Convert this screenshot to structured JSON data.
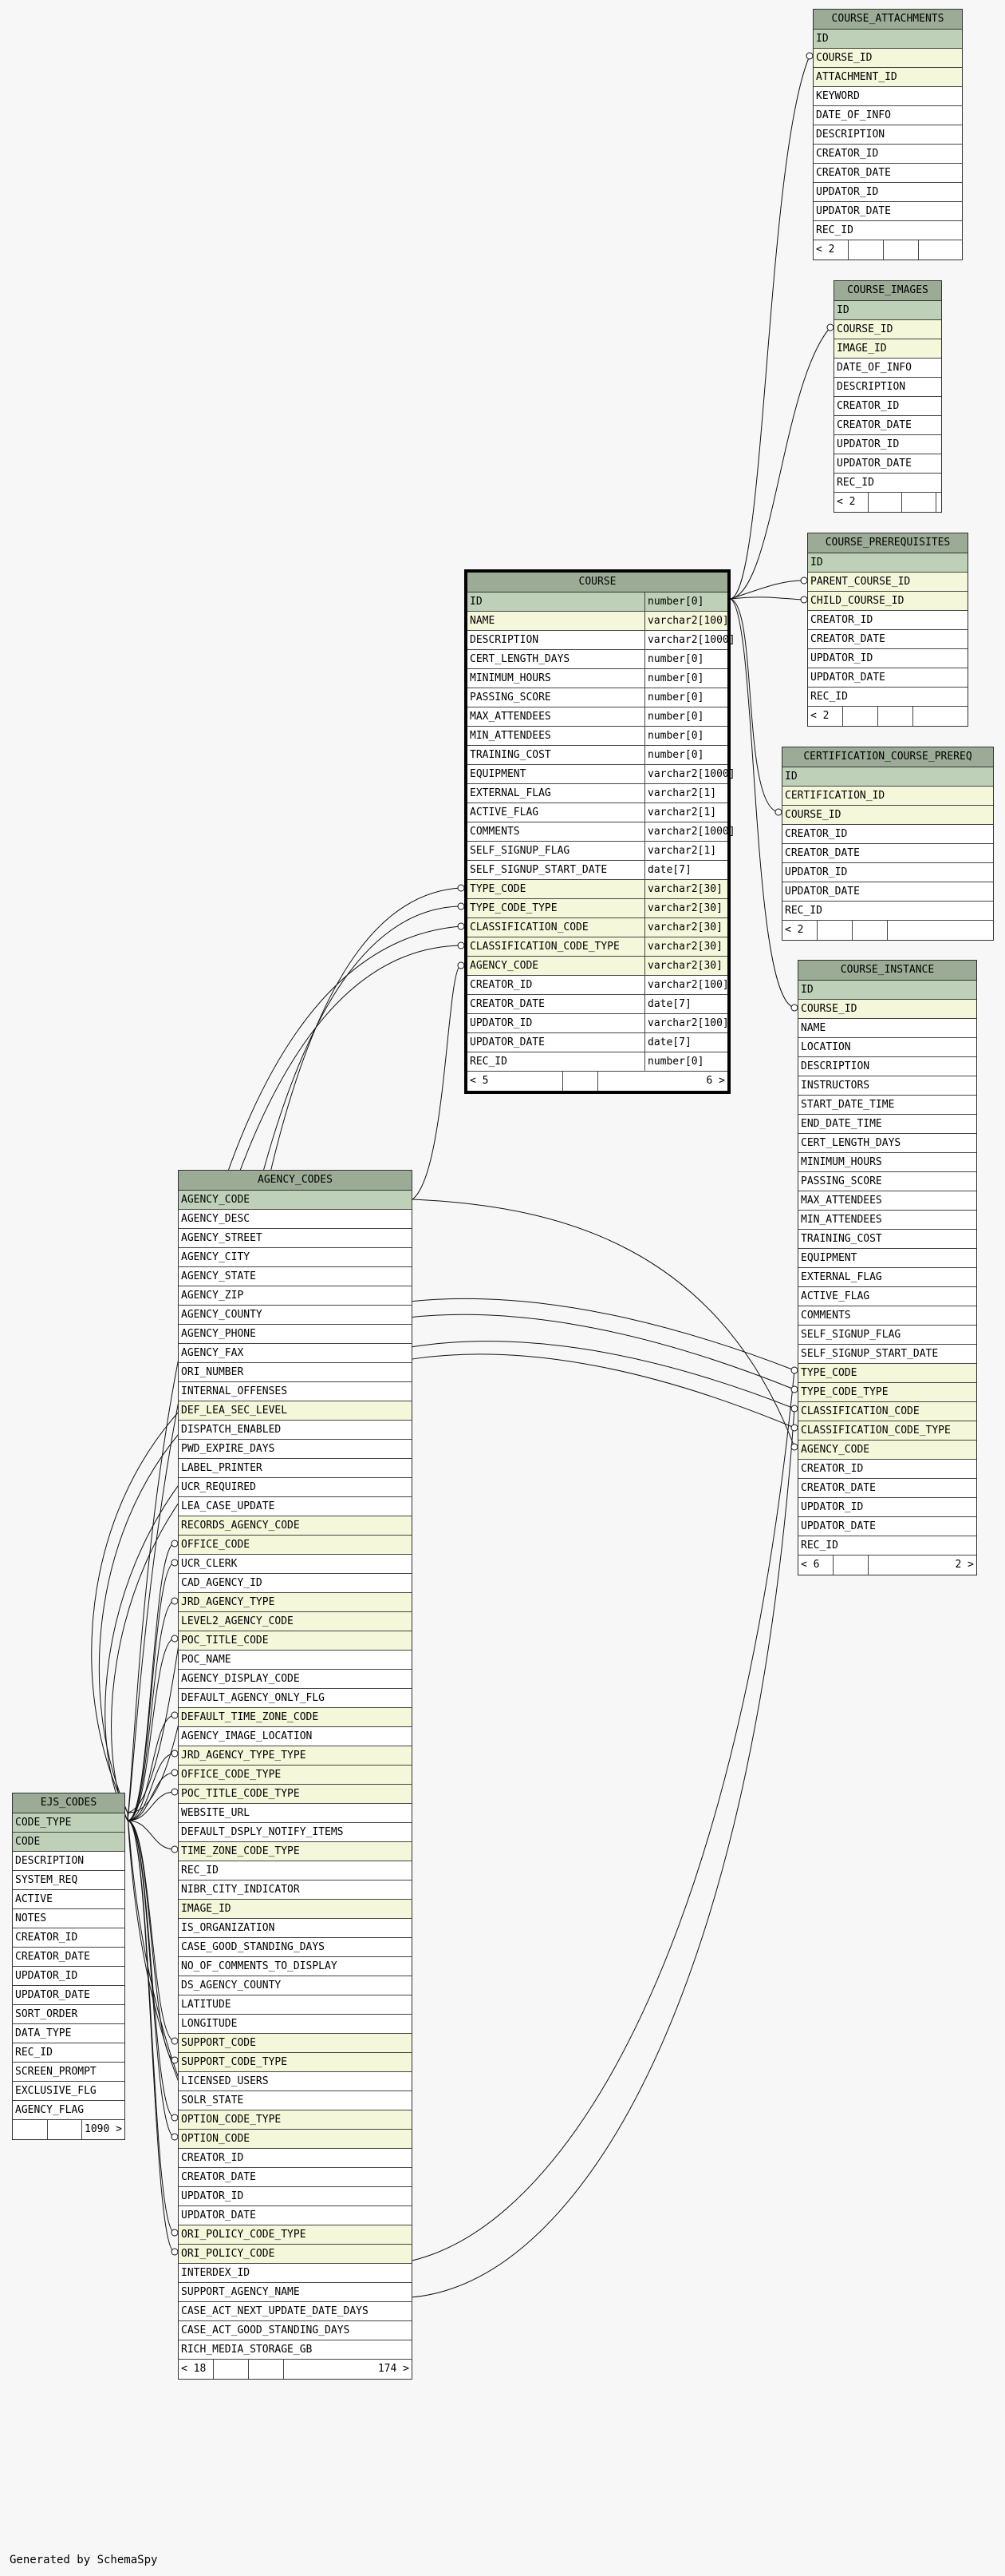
{
  "diagram": {
    "credit": "Generated by SchemaSpy",
    "colors": {
      "header": "#9bab96",
      "pk_row": "#bed1b8",
      "fk_row": "#f4f7da",
      "row": "#ffffff",
      "background": "#f7f7f7"
    },
    "tables": [
      {
        "name": "COURSE_ATTACHMENTS",
        "columns": [
          {
            "name": "ID",
            "kind": "pk"
          },
          {
            "name": "COURSE_ID",
            "kind": "fk"
          },
          {
            "name": "ATTACHMENT_ID",
            "kind": "fk"
          },
          {
            "name": "KEYWORD",
            "kind": ""
          },
          {
            "name": "DATE_OF_INFO",
            "kind": ""
          },
          {
            "name": "DESCRIPTION",
            "kind": ""
          },
          {
            "name": "CREATOR_ID",
            "kind": ""
          },
          {
            "name": "CREATOR_DATE",
            "kind": ""
          },
          {
            "name": "UPDATOR_ID",
            "kind": ""
          },
          {
            "name": "UPDATOR_DATE",
            "kind": ""
          },
          {
            "name": "REC_ID",
            "kind": ""
          }
        ],
        "footer": [
          "< 2",
          "",
          "",
          ""
        ]
      },
      {
        "name": "COURSE_IMAGES",
        "columns": [
          {
            "name": "ID",
            "kind": "pk"
          },
          {
            "name": "COURSE_ID",
            "kind": "fk"
          },
          {
            "name": "IMAGE_ID",
            "kind": "fk"
          },
          {
            "name": "DATE_OF_INFO",
            "kind": ""
          },
          {
            "name": "DESCRIPTION",
            "kind": ""
          },
          {
            "name": "CREATOR_ID",
            "kind": ""
          },
          {
            "name": "CREATOR_DATE",
            "kind": ""
          },
          {
            "name": "UPDATOR_ID",
            "kind": ""
          },
          {
            "name": "UPDATOR_DATE",
            "kind": ""
          },
          {
            "name": "REC_ID",
            "kind": ""
          }
        ],
        "footer": [
          "< 2",
          "",
          "",
          ""
        ]
      },
      {
        "name": "COURSE_PREREQUISITES",
        "columns": [
          {
            "name": "ID",
            "kind": "pk"
          },
          {
            "name": "PARENT_COURSE_ID",
            "kind": "fk"
          },
          {
            "name": "CHILD_COURSE_ID",
            "kind": "fk"
          },
          {
            "name": "CREATOR_ID",
            "kind": ""
          },
          {
            "name": "CREATOR_DATE",
            "kind": ""
          },
          {
            "name": "UPDATOR_ID",
            "kind": ""
          },
          {
            "name": "UPDATOR_DATE",
            "kind": ""
          },
          {
            "name": "REC_ID",
            "kind": ""
          }
        ],
        "footer": [
          "< 2",
          "",
          "",
          ""
        ]
      },
      {
        "name": "CERTIFICATION_COURSE_PREREQ",
        "columns": [
          {
            "name": "ID",
            "kind": "pk"
          },
          {
            "name": "CERTIFICATION_ID",
            "kind": "fk"
          },
          {
            "name": "COURSE_ID",
            "kind": "fk"
          },
          {
            "name": "CREATOR_ID",
            "kind": ""
          },
          {
            "name": "CREATOR_DATE",
            "kind": ""
          },
          {
            "name": "UPDATOR_ID",
            "kind": ""
          },
          {
            "name": "UPDATOR_DATE",
            "kind": ""
          },
          {
            "name": "REC_ID",
            "kind": ""
          }
        ],
        "footer": [
          "< 2",
          "",
          "",
          ""
        ]
      },
      {
        "name": "COURSE",
        "focus": true,
        "columns": [
          {
            "name": "ID",
            "type": "number[0]",
            "kind": "pk"
          },
          {
            "name": "NAME",
            "type": "varchar2[100]",
            "kind": "fk"
          },
          {
            "name": "DESCRIPTION",
            "type": "varchar2[1000]",
            "kind": ""
          },
          {
            "name": "CERT_LENGTH_DAYS",
            "type": "number[0]",
            "kind": ""
          },
          {
            "name": "MINIMUM_HOURS",
            "type": "number[0]",
            "kind": ""
          },
          {
            "name": "PASSING_SCORE",
            "type": "number[0]",
            "kind": ""
          },
          {
            "name": "MAX_ATTENDEES",
            "type": "number[0]",
            "kind": ""
          },
          {
            "name": "MIN_ATTENDEES",
            "type": "number[0]",
            "kind": ""
          },
          {
            "name": "TRAINING_COST",
            "type": "number[0]",
            "kind": ""
          },
          {
            "name": "EQUIPMENT",
            "type": "varchar2[1000]",
            "kind": ""
          },
          {
            "name": "EXTERNAL_FLAG",
            "type": "varchar2[1]",
            "kind": ""
          },
          {
            "name": "ACTIVE_FLAG",
            "type": "varchar2[1]",
            "kind": ""
          },
          {
            "name": "COMMENTS",
            "type": "varchar2[1000]",
            "kind": ""
          },
          {
            "name": "SELF_SIGNUP_FLAG",
            "type": "varchar2[1]",
            "kind": ""
          },
          {
            "name": "SELF_SIGNUP_START_DATE",
            "type": "date[7]",
            "kind": ""
          },
          {
            "name": "TYPE_CODE",
            "type": "varchar2[30]",
            "kind": "fk"
          },
          {
            "name": "TYPE_CODE_TYPE",
            "type": "varchar2[30]",
            "kind": "fk"
          },
          {
            "name": "CLASSIFICATION_CODE",
            "type": "varchar2[30]",
            "kind": "fk"
          },
          {
            "name": "CLASSIFICATION_CODE_TYPE",
            "type": "varchar2[30]",
            "kind": "fk"
          },
          {
            "name": "AGENCY_CODE",
            "type": "varchar2[30]",
            "kind": "fk"
          },
          {
            "name": "CREATOR_ID",
            "type": "varchar2[100]",
            "kind": ""
          },
          {
            "name": "CREATOR_DATE",
            "type": "date[7]",
            "kind": ""
          },
          {
            "name": "UPDATOR_ID",
            "type": "varchar2[100]",
            "kind": ""
          },
          {
            "name": "UPDATOR_DATE",
            "type": "date[7]",
            "kind": ""
          },
          {
            "name": "REC_ID",
            "type": "number[0]",
            "kind": ""
          }
        ],
        "footer": [
          "< 5",
          "",
          "6 >"
        ]
      },
      {
        "name": "COURSE_INSTANCE",
        "columns": [
          {
            "name": "ID",
            "kind": "pk"
          },
          {
            "name": "COURSE_ID",
            "kind": "fk"
          },
          {
            "name": "NAME",
            "kind": ""
          },
          {
            "name": "LOCATION",
            "kind": ""
          },
          {
            "name": "DESCRIPTION",
            "kind": ""
          },
          {
            "name": "INSTRUCTORS",
            "kind": ""
          },
          {
            "name": "START_DATE_TIME",
            "kind": ""
          },
          {
            "name": "END_DATE_TIME",
            "kind": ""
          },
          {
            "name": "CERT_LENGTH_DAYS",
            "kind": ""
          },
          {
            "name": "MINIMUM_HOURS",
            "kind": ""
          },
          {
            "name": "PASSING_SCORE",
            "kind": ""
          },
          {
            "name": "MAX_ATTENDEES",
            "kind": ""
          },
          {
            "name": "MIN_ATTENDEES",
            "kind": ""
          },
          {
            "name": "TRAINING_COST",
            "kind": ""
          },
          {
            "name": "EQUIPMENT",
            "kind": ""
          },
          {
            "name": "EXTERNAL_FLAG",
            "kind": ""
          },
          {
            "name": "ACTIVE_FLAG",
            "kind": ""
          },
          {
            "name": "COMMENTS",
            "kind": ""
          },
          {
            "name": "SELF_SIGNUP_FLAG",
            "kind": ""
          },
          {
            "name": "SELF_SIGNUP_START_DATE",
            "kind": ""
          },
          {
            "name": "TYPE_CODE",
            "kind": "fk"
          },
          {
            "name": "TYPE_CODE_TYPE",
            "kind": "fk"
          },
          {
            "name": "CLASSIFICATION_CODE",
            "kind": "fk"
          },
          {
            "name": "CLASSIFICATION_CODE_TYPE",
            "kind": "fk"
          },
          {
            "name": "AGENCY_CODE",
            "kind": "fk"
          },
          {
            "name": "CREATOR_ID",
            "kind": ""
          },
          {
            "name": "CREATOR_DATE",
            "kind": ""
          },
          {
            "name": "UPDATOR_ID",
            "kind": ""
          },
          {
            "name": "UPDATOR_DATE",
            "kind": ""
          },
          {
            "name": "REC_ID",
            "kind": ""
          }
        ],
        "footer": [
          "< 6",
          "",
          "2 >"
        ]
      },
      {
        "name": "AGENCY_CODES",
        "columns": [
          {
            "name": "AGENCY_CODE",
            "kind": "pk"
          },
          {
            "name": "AGENCY_DESC",
            "kind": ""
          },
          {
            "name": "AGENCY_STREET",
            "kind": ""
          },
          {
            "name": "AGENCY_CITY",
            "kind": ""
          },
          {
            "name": "AGENCY_STATE",
            "kind": ""
          },
          {
            "name": "AGENCY_ZIP",
            "kind": ""
          },
          {
            "name": "AGENCY_COUNTY",
            "kind": ""
          },
          {
            "name": "AGENCY_PHONE",
            "kind": ""
          },
          {
            "name": "AGENCY_FAX",
            "kind": ""
          },
          {
            "name": "ORI_NUMBER",
            "kind": ""
          },
          {
            "name": "INTERNAL_OFFENSES",
            "kind": ""
          },
          {
            "name": "DEF_LEA_SEC_LEVEL",
            "kind": "fk"
          },
          {
            "name": "DISPATCH_ENABLED",
            "kind": ""
          },
          {
            "name": "PWD_EXPIRE_DAYS",
            "kind": ""
          },
          {
            "name": "LABEL_PRINTER",
            "kind": ""
          },
          {
            "name": "UCR_REQUIRED",
            "kind": ""
          },
          {
            "name": "LEA_CASE_UPDATE",
            "kind": ""
          },
          {
            "name": "RECORDS_AGENCY_CODE",
            "kind": "fk"
          },
          {
            "name": "OFFICE_CODE",
            "kind": "fk"
          },
          {
            "name": "UCR_CLERK",
            "kind": ""
          },
          {
            "name": "CAD_AGENCY_ID",
            "kind": ""
          },
          {
            "name": "JRD_AGENCY_TYPE",
            "kind": "fk"
          },
          {
            "name": "LEVEL2_AGENCY_CODE",
            "kind": "fk"
          },
          {
            "name": "POC_TITLE_CODE",
            "kind": "fk"
          },
          {
            "name": "POC_NAME",
            "kind": ""
          },
          {
            "name": "AGENCY_DISPLAY_CODE",
            "kind": ""
          },
          {
            "name": "DEFAULT_AGENCY_ONLY_FLG",
            "kind": ""
          },
          {
            "name": "DEFAULT_TIME_ZONE_CODE",
            "kind": "fk"
          },
          {
            "name": "AGENCY_IMAGE_LOCATION",
            "kind": ""
          },
          {
            "name": "JRD_AGENCY_TYPE_TYPE",
            "kind": "fk"
          },
          {
            "name": "OFFICE_CODE_TYPE",
            "kind": "fk"
          },
          {
            "name": "POC_TITLE_CODE_TYPE",
            "kind": "fk"
          },
          {
            "name": "WEBSITE_URL",
            "kind": ""
          },
          {
            "name": "DEFAULT_DSPLY_NOTIFY_ITEMS",
            "kind": ""
          },
          {
            "name": "TIME_ZONE_CODE_TYPE",
            "kind": "fk"
          },
          {
            "name": "REC_ID",
            "kind": ""
          },
          {
            "name": "NIBR_CITY_INDICATOR",
            "kind": ""
          },
          {
            "name": "IMAGE_ID",
            "kind": "fk"
          },
          {
            "name": "IS_ORGANIZATION",
            "kind": ""
          },
          {
            "name": "CASE_GOOD_STANDING_DAYS",
            "kind": ""
          },
          {
            "name": "NO_OF_COMMENTS_TO_DISPLAY",
            "kind": ""
          },
          {
            "name": "DS_AGENCY_COUNTY",
            "kind": ""
          },
          {
            "name": "LATITUDE",
            "kind": ""
          },
          {
            "name": "LONGITUDE",
            "kind": ""
          },
          {
            "name": "SUPPORT_CODE",
            "kind": "fk"
          },
          {
            "name": "SUPPORT_CODE_TYPE",
            "kind": "fk"
          },
          {
            "name": "LICENSED_USERS",
            "kind": ""
          },
          {
            "name": "SOLR_STATE",
            "kind": ""
          },
          {
            "name": "OPTION_CODE_TYPE",
            "kind": "fk"
          },
          {
            "name": "OPTION_CODE",
            "kind": "fk"
          },
          {
            "name": "CREATOR_ID",
            "kind": ""
          },
          {
            "name": "CREATOR_DATE",
            "kind": ""
          },
          {
            "name": "UPDATOR_ID",
            "kind": ""
          },
          {
            "name": "UPDATOR_DATE",
            "kind": ""
          },
          {
            "name": "ORI_POLICY_CODE_TYPE",
            "kind": "fk"
          },
          {
            "name": "ORI_POLICY_CODE",
            "kind": "fk"
          },
          {
            "name": "INTERDEX_ID",
            "kind": ""
          },
          {
            "name": "SUPPORT_AGENCY_NAME",
            "kind": ""
          },
          {
            "name": "CASE_ACT_NEXT_UPDATE_DATE_DAYS",
            "kind": ""
          },
          {
            "name": "CASE_ACT_GOOD_STANDING_DAYS",
            "kind": ""
          },
          {
            "name": "RICH_MEDIA_STORAGE_GB",
            "kind": ""
          }
        ],
        "footer": [
          "< 18",
          "",
          "",
          "174 >"
        ]
      },
      {
        "name": "EJS_CODES",
        "columns": [
          {
            "name": "CODE_TYPE",
            "kind": "pk"
          },
          {
            "name": "CODE",
            "kind": "pk"
          },
          {
            "name": "DESCRIPTION",
            "kind": ""
          },
          {
            "name": "SYSTEM_REQ",
            "kind": ""
          },
          {
            "name": "ACTIVE",
            "kind": ""
          },
          {
            "name": "NOTES",
            "kind": ""
          },
          {
            "name": "CREATOR_ID",
            "kind": ""
          },
          {
            "name": "CREATOR_DATE",
            "kind": ""
          },
          {
            "name": "UPDATOR_ID",
            "kind": ""
          },
          {
            "name": "UPDATOR_DATE",
            "kind": ""
          },
          {
            "name": "SORT_ORDER",
            "kind": ""
          },
          {
            "name": "DATA_TYPE",
            "kind": ""
          },
          {
            "name": "REC_ID",
            "kind": ""
          },
          {
            "name": "SCREEN_PROMPT",
            "kind": ""
          },
          {
            "name": "EXCLUSIVE_FLG",
            "kind": ""
          },
          {
            "name": "AGENCY_FLAG",
            "kind": ""
          }
        ],
        "footer": [
          "",
          "",
          "1090 >"
        ]
      }
    ]
  }
}
